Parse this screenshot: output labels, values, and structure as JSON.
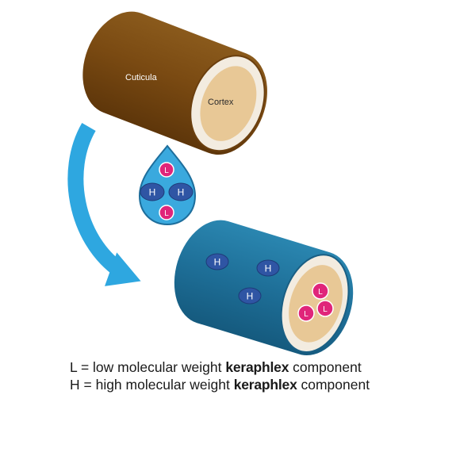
{
  "diagram": {
    "hair_before": {
      "outer_label": "Cuticula",
      "inner_label": "Cortex",
      "color": "#7a4a12"
    },
    "droplet": {
      "color": "#3aa9de",
      "molecules": [
        "L",
        "H",
        "H",
        "L"
      ]
    },
    "hair_after": {
      "color": "#1e6f98",
      "surface_molecules": [
        "H",
        "H",
        "H"
      ],
      "core_molecules": [
        "L",
        "L",
        "L"
      ]
    },
    "arrow_color": "#2ea7e0",
    "colors": {
      "low_mw": "#e0257a",
      "high_mw": "#2f55a4",
      "cortex": "#e8c896"
    }
  },
  "legend": {
    "low": {
      "prefix": "L = low molecular weight ",
      "brand": "keraphlex",
      "suffix": " component"
    },
    "high": {
      "prefix": "H = high molecular weight ",
      "brand": "keraphlex",
      "suffix": " component"
    }
  }
}
